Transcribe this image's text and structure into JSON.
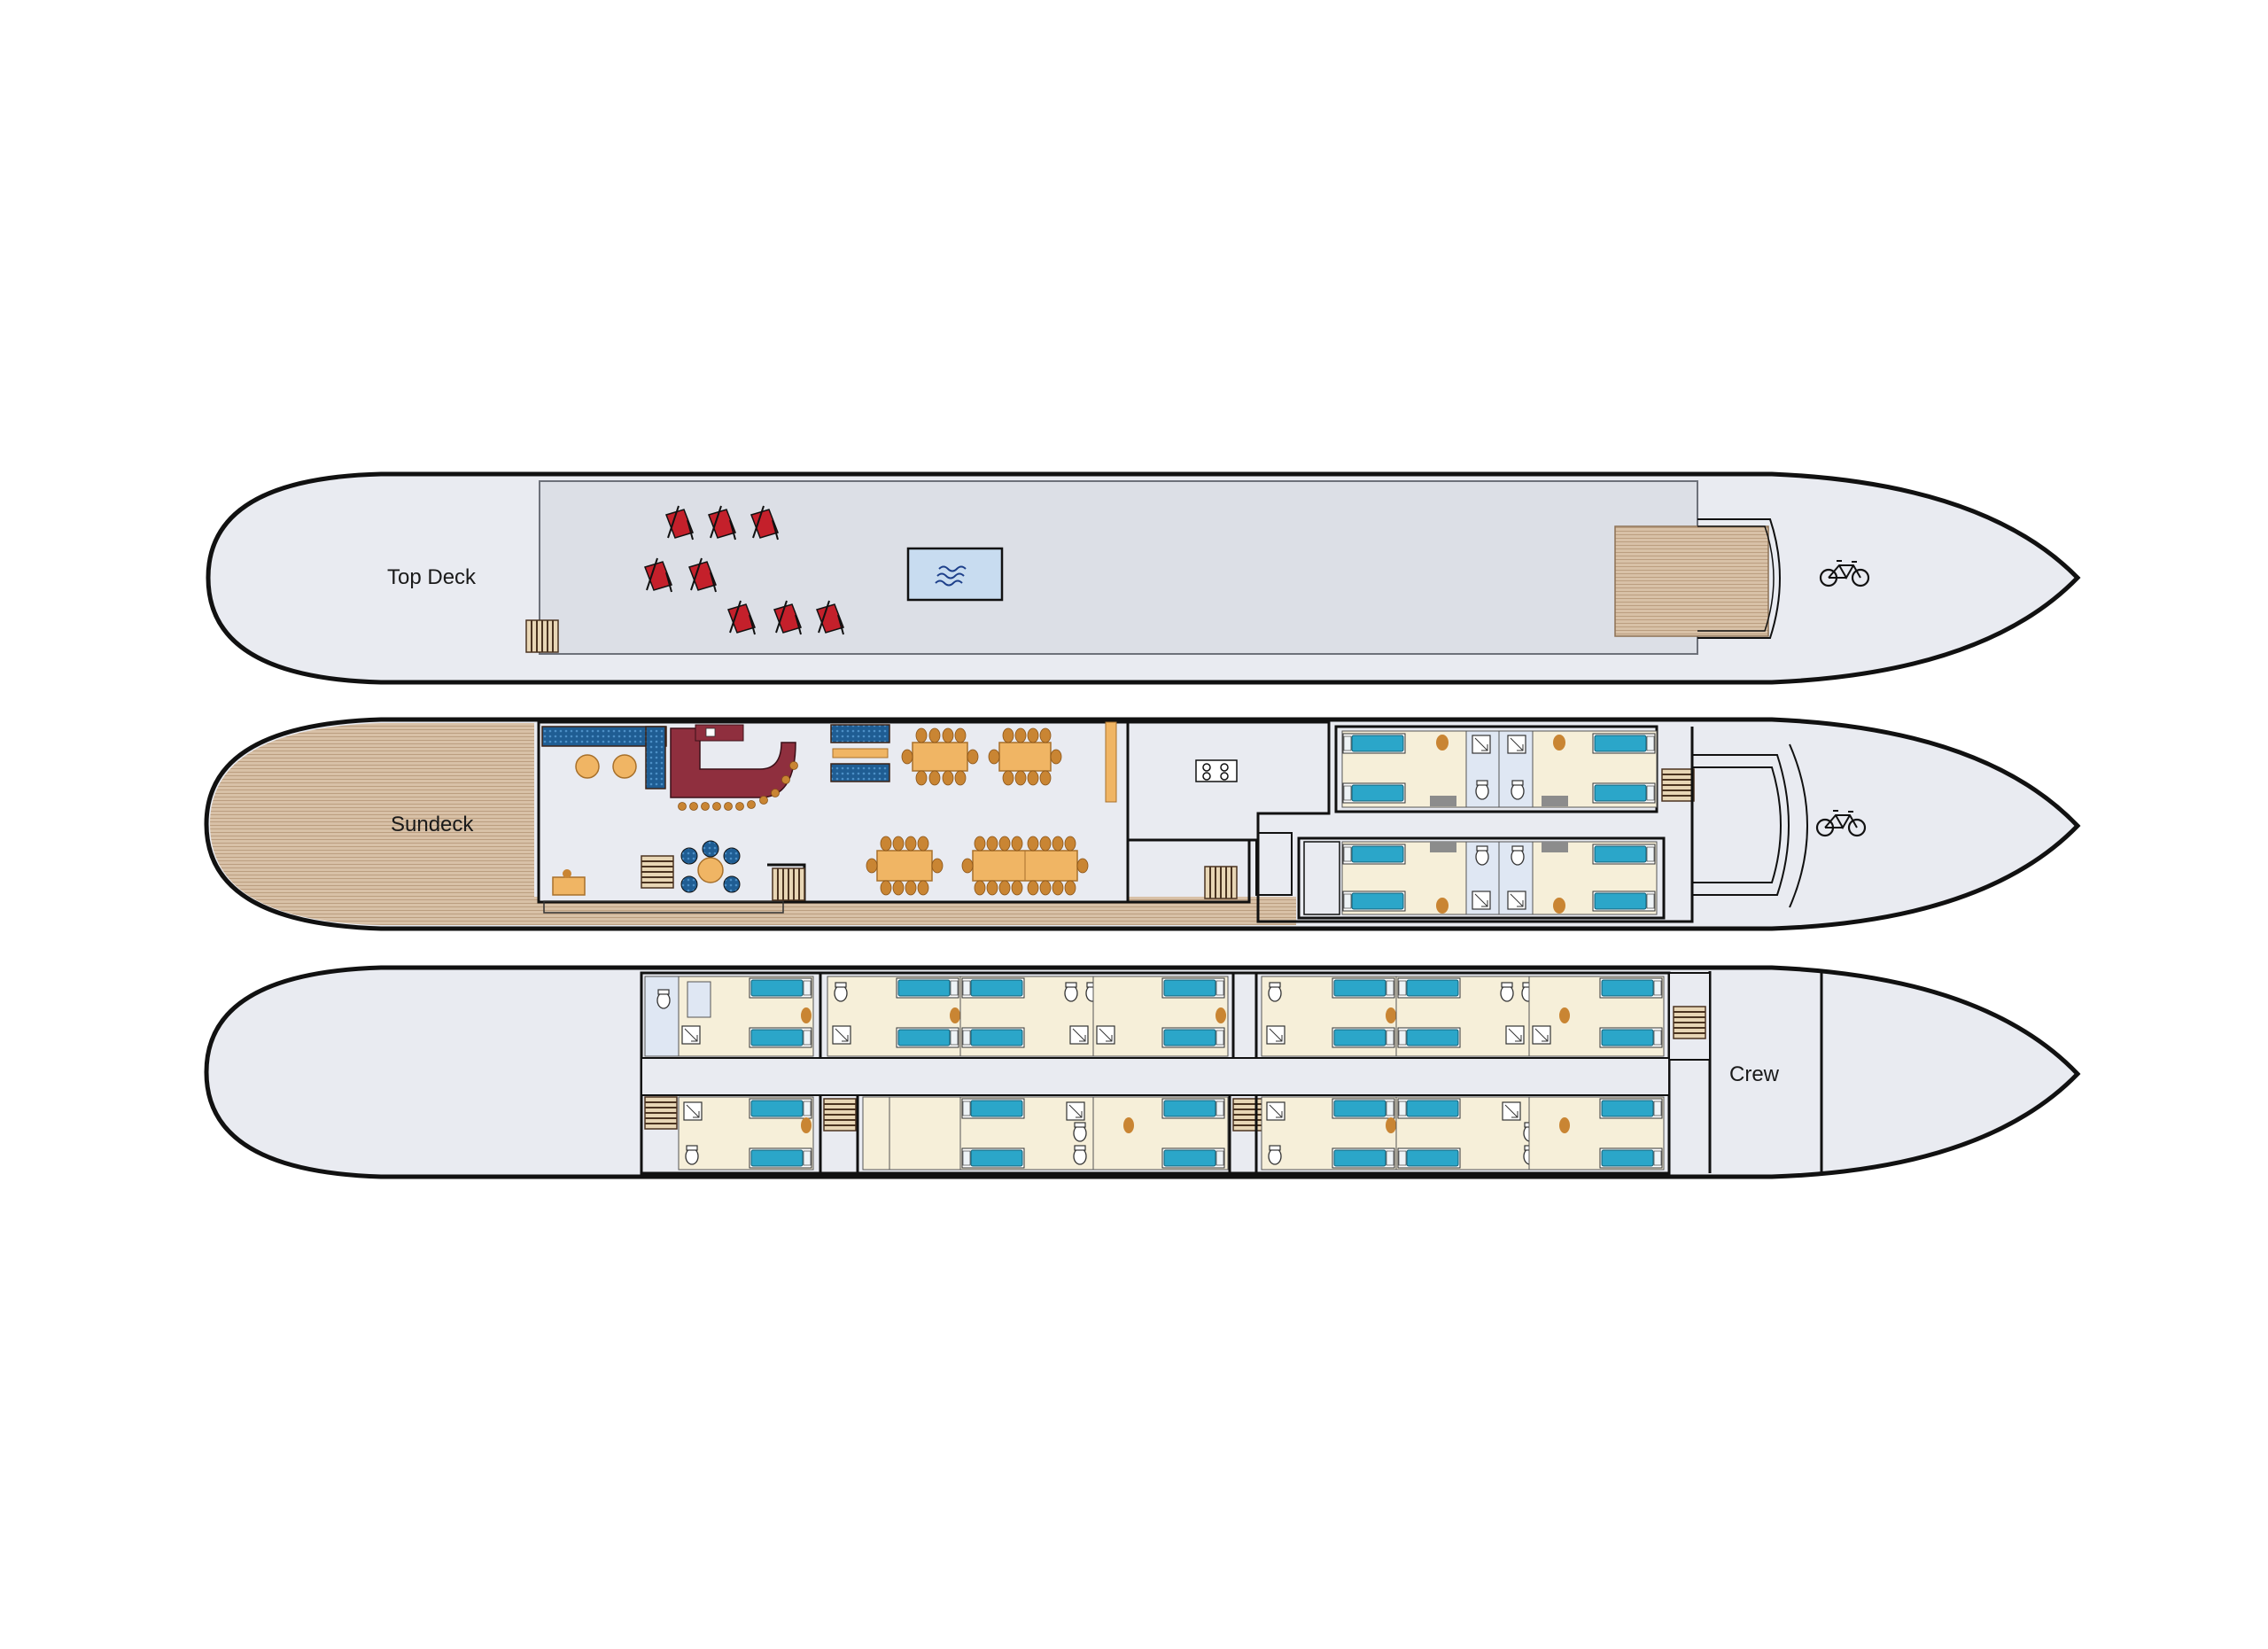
{
  "decks": {
    "top": {
      "label": "Top Deck"
    },
    "middle": {
      "label": "Sundeck"
    },
    "lower": {
      "crew_label": "Crew"
    }
  },
  "icons": {
    "bicycle": "bicycle-icon",
    "pool": "pool-icon",
    "deck_chair": "deck-chair-icon",
    "stairs": "stairs-icon",
    "bed": "bed-icon",
    "toilet": "toilet-icon",
    "shower": "shower-icon",
    "table": "dining-table-icon",
    "stove": "stove-icon"
  },
  "colors": {
    "hull_fill": "#e9ebf1",
    "hull_stroke": "#111111",
    "top_deck_area": "#dcdfe6",
    "wood_deck": "#d6bfa5",
    "bed": "#2ba6c9",
    "chair_red": "#c0202a",
    "table_orange": "#f0b564",
    "cabin_floor": "#f6efd9",
    "bar_maroon": "#8f2f3e",
    "sofa_blue": "#1d5a8c"
  }
}
